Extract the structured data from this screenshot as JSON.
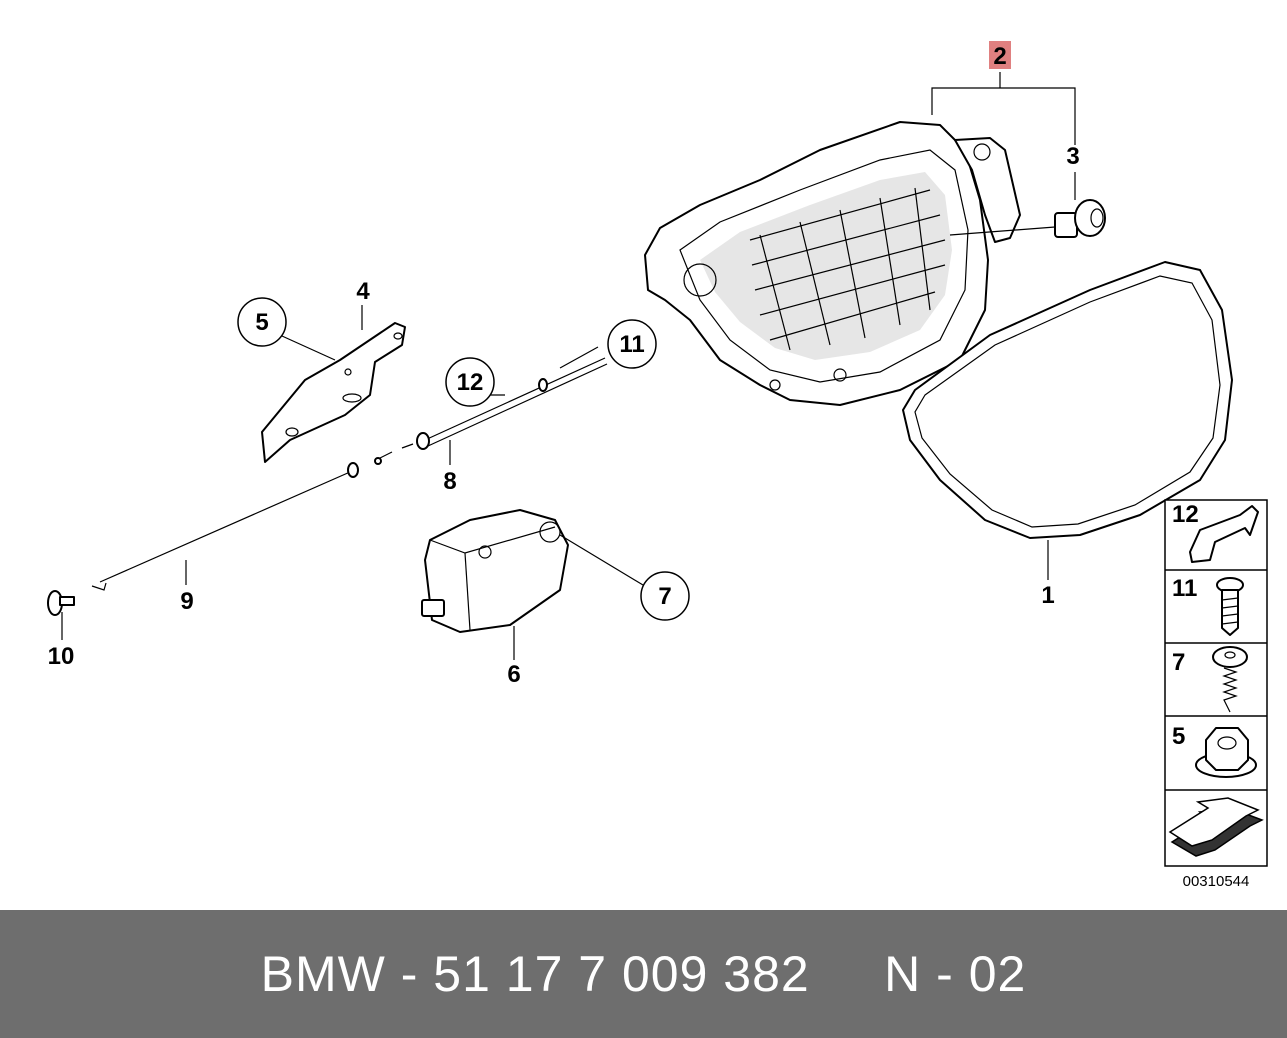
{
  "callouts": {
    "n1": "1",
    "n2": "2",
    "n3": "3",
    "n4": "4",
    "n5": "5",
    "n6": "6",
    "n7": "7",
    "n8": "8",
    "n9": "9",
    "n10": "10",
    "n11": "11",
    "n12": "12"
  },
  "legend": {
    "items": [
      {
        "label": "12",
        "icon": "clip-icon"
      },
      {
        "label": "11",
        "icon": "screw-icon"
      },
      {
        "label": "7",
        "icon": "self-tapping-screw-icon"
      },
      {
        "label": "5",
        "icon": "hex-nut-icon"
      }
    ],
    "arrow_icon": "arrow-icon"
  },
  "diagram_id": "00310544",
  "caption": "BMW - 51 17 7 009 382     N - 02",
  "colors": {
    "highlight": "#e08080",
    "caption_bar": "#6e6e6e"
  }
}
